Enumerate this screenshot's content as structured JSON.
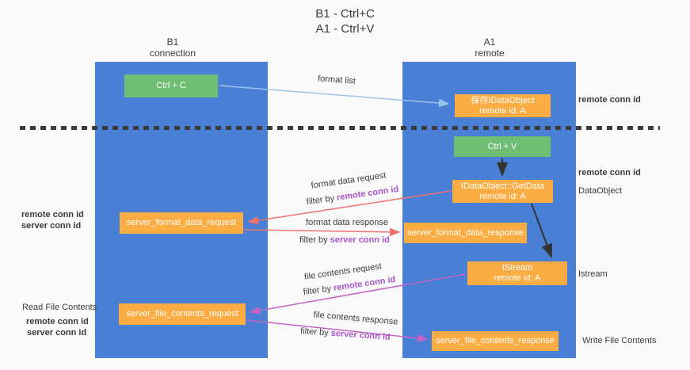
{
  "title": {
    "line1": "B1 - Ctrl+C",
    "line2": "A1 - Ctrl+V"
  },
  "lanes": {
    "left": {
      "name": "B1",
      "subtitle": "connection"
    },
    "right": {
      "name": "A1",
      "subtitle": "remote"
    }
  },
  "boxes": {
    "ctrl_c": {
      "label": "Ctrl + C"
    },
    "ctrl_v": {
      "label": "Ctrl + V"
    },
    "save_dataobject": {
      "line1": "保存IDataObject",
      "line2": "remote id: A"
    },
    "getdata": {
      "line1": "IDataObject::GetData",
      "line2": "remote id: A"
    },
    "istream": {
      "line1": "IStream",
      "line2": "remote id: A"
    },
    "server_format_data_request": {
      "label": "server_format_data_request"
    },
    "server_format_data_response": {
      "label": "server_format_data_response"
    },
    "server_file_contents_request": {
      "label": "server_file_contents_request"
    },
    "server_file_contents_response": {
      "label": "server_file_contents_response"
    }
  },
  "flow_labels": {
    "format_list": "format list",
    "format_data_request": "format data request",
    "format_data_response": "format data response",
    "file_contents_request": "file contents request",
    "file_contents_response": "file contents response",
    "filter_by": "filter by",
    "remote_conn_id": "remote conn id",
    "server_conn_id": "server conn id"
  },
  "side_labels": {
    "remote_conn_id": "remote conn id",
    "server_conn_id": "server conn id",
    "dataobject": "DataObject",
    "istream": "Istream",
    "read_file_contents": "Read File Contents",
    "write_file_contents": "Write File Contents"
  },
  "colors": {
    "background": "#fafafa",
    "lane_blue": "#4a7fd6",
    "box_green": "#6fbe74",
    "box_orange": "#fbad43",
    "arrow_light_blue": "#9dc4ea",
    "arrow_salmon": "#ed736f",
    "arrow_magenta": "#c563c5",
    "arrow_black": "#333333",
    "text_purple": "#a855c8",
    "text_green": "#55a854"
  }
}
